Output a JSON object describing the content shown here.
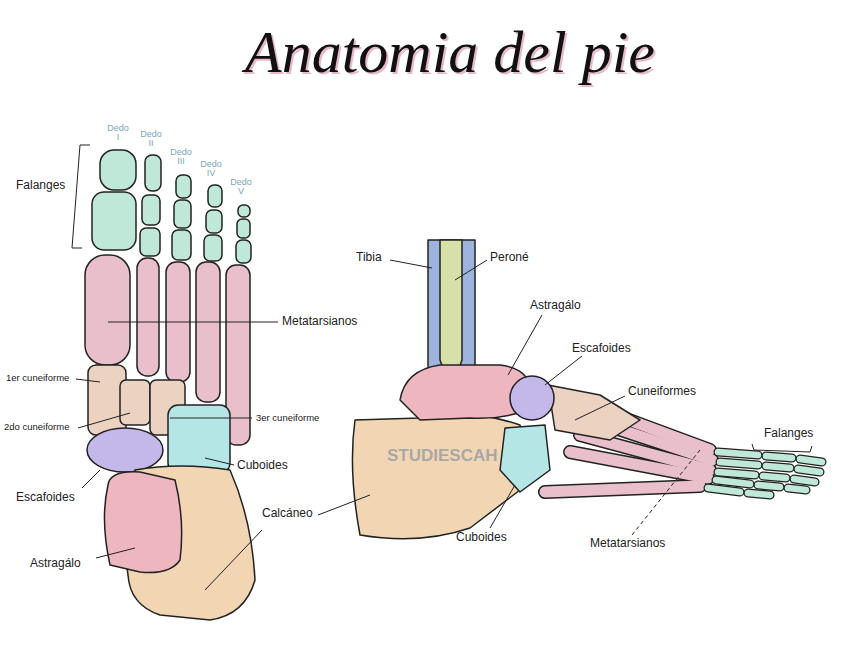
{
  "diagram": {
    "title": "Anatomia del pie",
    "labels": [
      "Dedo I",
      "Dedo II",
      "Dedo III",
      "Dedo IV",
      "Dedo V",
      "Falanges",
      "Metatarsianos",
      "1er cuneiforme",
      "2do cuneiforme",
      "3er cuneiforme",
      "Escafoides",
      "Cuboides",
      "Calcáneo",
      "Astragálo",
      "Tibia",
      "Peroné",
      "Astragálo",
      "Escafoides",
      "Cuneiformes",
      "Falanges",
      "STUDIESCAH",
      "Cuboides",
      "Metatarsianos"
    ]
  }
}
